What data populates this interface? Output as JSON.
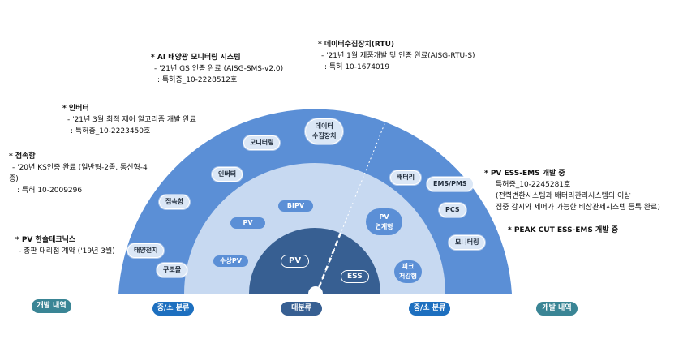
{
  "colors": {
    "outer_ring": "#5b8fd6",
    "middle_ring": "#c7d9f1",
    "inner_core": "#375f92",
    "chip_fill": "#dbe7f6",
    "pill_teal": "#3a8595",
    "pill_blue": "#1d6fbf",
    "pill_navy": "#375f92"
  },
  "annotations": {
    "ai_monitoring": {
      "title": "* AI 태양광 모니터링 시스템",
      "line1": "- '21년 GS 인증 완료 (AISG-SMS-v2.0)",
      "line2": ": 특허증_10-2228512호"
    },
    "rtu": {
      "title": "* 데이터수집장치(RTU)",
      "line1": "- '21년 1월 제품개발 및 인증 완료(AISG-RTU-S)",
      "line2": ": 특허 10-1674019"
    },
    "inverter": {
      "title": "* 인버터",
      "line1": "- '21년 3월 최적 제어 알고리즘 개발 완료",
      "line2": ": 특허증_10-2223450호"
    },
    "junction_box": {
      "title": "* 접속함",
      "line1": "- '20년 KS인증 완료 (일반형-2종, 통신형-4",
      "line1b": "종)",
      "line2": ": 특허 10-2009296"
    },
    "hansol": {
      "title": "* PV 한솔테크닉스",
      "line1": "- 총판 대리점 계약 ('19년 3월)"
    },
    "pv_ess_ems": {
      "title": "* PV ESS-EMS  개발 중",
      "line1": ": 특허증_10-2245281호",
      "line2": "(전력변환시스템과 배터리관리시스템의 이상",
      "line3": "집중 감시와 제어가 가능한 비상관제시스템 등록 완료)"
    },
    "peak_cut": {
      "title": "* PEAK CUT ESS-EMS 개발 중"
    }
  },
  "outer_ring_left": [
    "태양전지",
    "구조물",
    "접속함",
    "인버터",
    "모니터링"
  ],
  "outer_ring_top": {
    "line1": "데이터",
    "line2": "수집장치"
  },
  "outer_ring_right": [
    "배터리",
    "EMS/PMS",
    "PCS",
    "모니터링"
  ],
  "middle_ring_left": [
    "BIPV",
    "PV",
    "수상PV"
  ],
  "middle_ring_right": [
    {
      "line1": "PV",
      "line2": "연계형"
    },
    {
      "line1": "피크",
      "line2": "저감형"
    }
  ],
  "core": {
    "left": "PV",
    "right": "ESS"
  },
  "bottom_labels": [
    "개발 내역",
    "중/소 분류",
    "대분류",
    "중/소 분류",
    "개발 내역"
  ]
}
